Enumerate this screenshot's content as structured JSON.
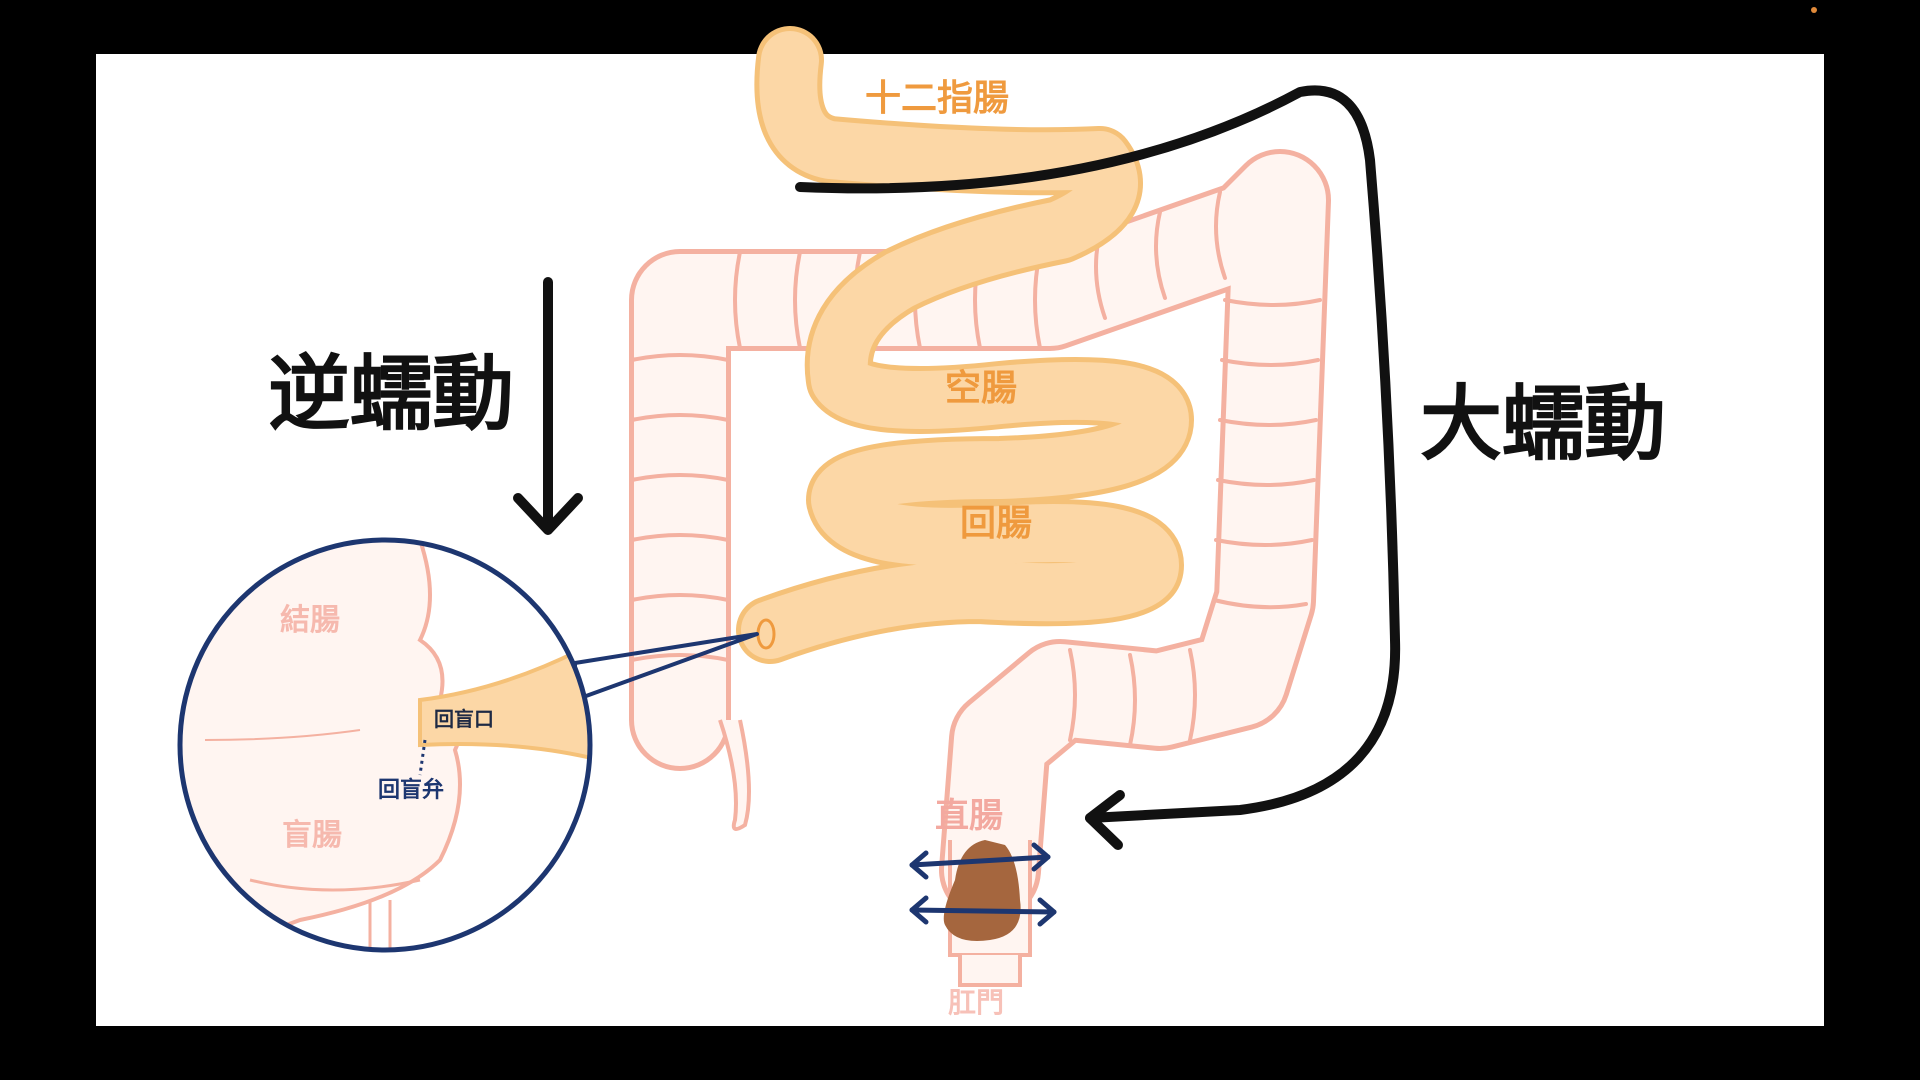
{
  "labels": {
    "duodenum": "十二指腸",
    "jejunum": "空腸",
    "ileum": "回腸",
    "rectum": "直腸",
    "anus": "肛門",
    "antiperistalsis": "逆蠕動",
    "mass_peristalsis": "大蠕動",
    "colon": "結腸",
    "cecum": "盲腸",
    "ileocecal_orifice": "回盲口",
    "ileocecal_valve": "回盲弁"
  },
  "colors": {
    "small_intestine": "#fcd7a6",
    "large_intestine": "#fff5f1",
    "outline_pink": "#f4b1a1",
    "arrow_black": "#111111",
    "zoom_navy": "#1d3670",
    "stool": "#a5663e"
  },
  "icons": {
    "down_arrow": "arrow-down-icon",
    "curved_arrow": "curved-arrow-icon",
    "expand_arrows": "double-arrow-icon"
  }
}
